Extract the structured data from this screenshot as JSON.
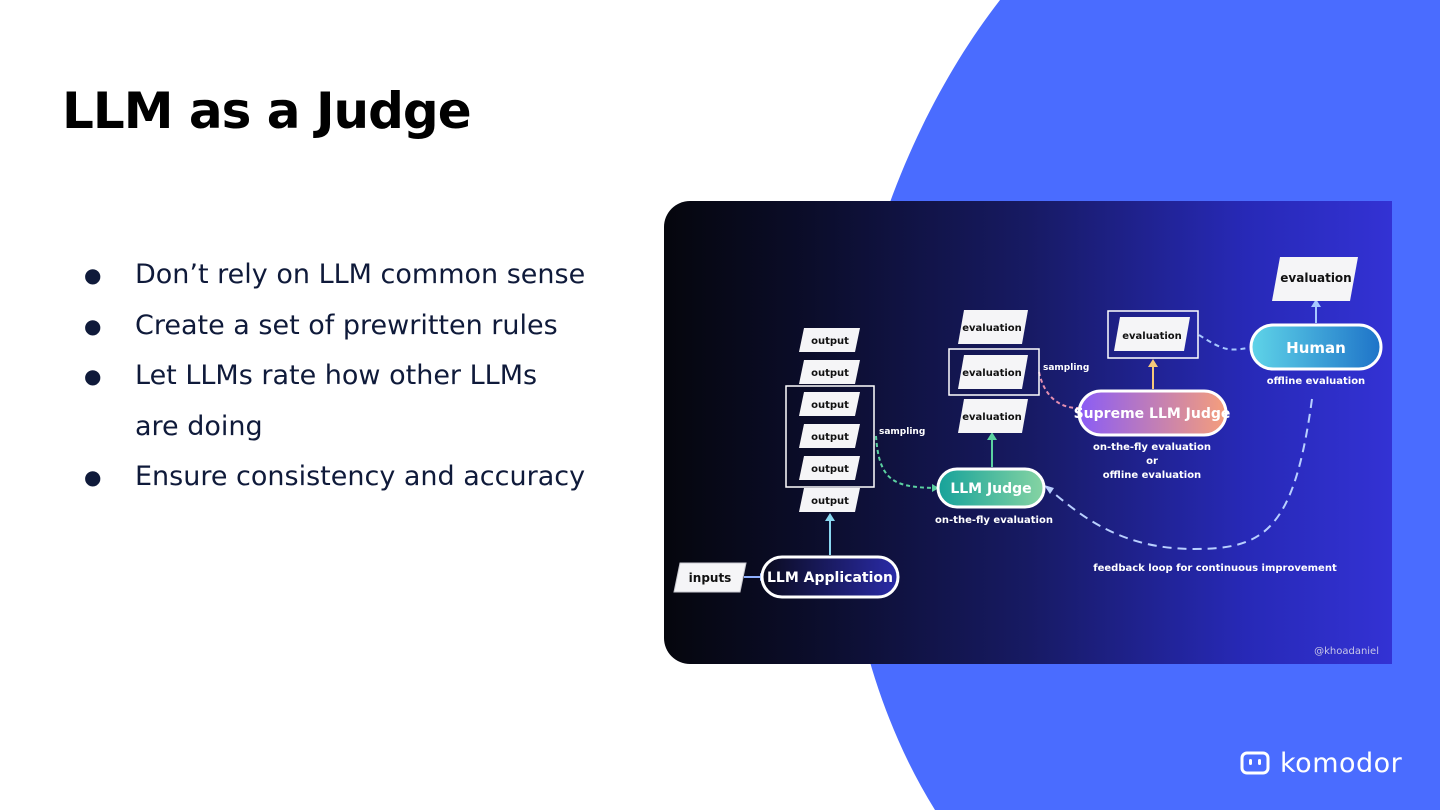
{
  "slide": {
    "title": "LLM as a Judge",
    "bullets": [
      {
        "line1": "Don’t rely on LLM common sense",
        "line2": ""
      },
      {
        "line1": "Create a set of prewritten rules",
        "line2": ""
      },
      {
        "line1": "Let LLMs rate how other LLMs",
        "line2": "are doing"
      },
      {
        "line1": "Ensure consistency and accuracy",
        "line2": ""
      }
    ],
    "bullet_glyph": "●"
  },
  "diagram": {
    "inputs_label": "inputs",
    "llm_application": "LLM Application",
    "outputs": [
      "output",
      "output",
      "output",
      "output",
      "output",
      "output"
    ],
    "sampling_label": "sampling",
    "llm_judge": "LLM Judge",
    "llm_judge_caption": "on-the-fly evaluation",
    "evaluations": [
      "evaluation",
      "evaluation",
      "evaluation"
    ],
    "sampling_label_2": "sampling",
    "supreme_eval": "evaluation",
    "supreme_judge": "Supreme LLM Judge",
    "supreme_caption_1": "on-the-fly evaluation",
    "supreme_caption_2": "or",
    "supreme_caption_3": "offline evaluation",
    "human_eval": "evaluation",
    "human": "Human",
    "human_caption": "offline evaluation",
    "feedback_label": "feedback loop for continuous improvement",
    "credit": "@khoadaniel"
  },
  "brand": {
    "name": "komodor",
    "accent": "#4a6cff"
  },
  "colors": {
    "text_dark": "#0f1a3a",
    "judge_gradient": [
      "#16a29a",
      "#86d4a3"
    ],
    "supreme_gradient": [
      "#8a5cf6",
      "#f59e7b"
    ],
    "human_gradient": [
      "#5fd4e8",
      "#1e73c8"
    ]
  }
}
